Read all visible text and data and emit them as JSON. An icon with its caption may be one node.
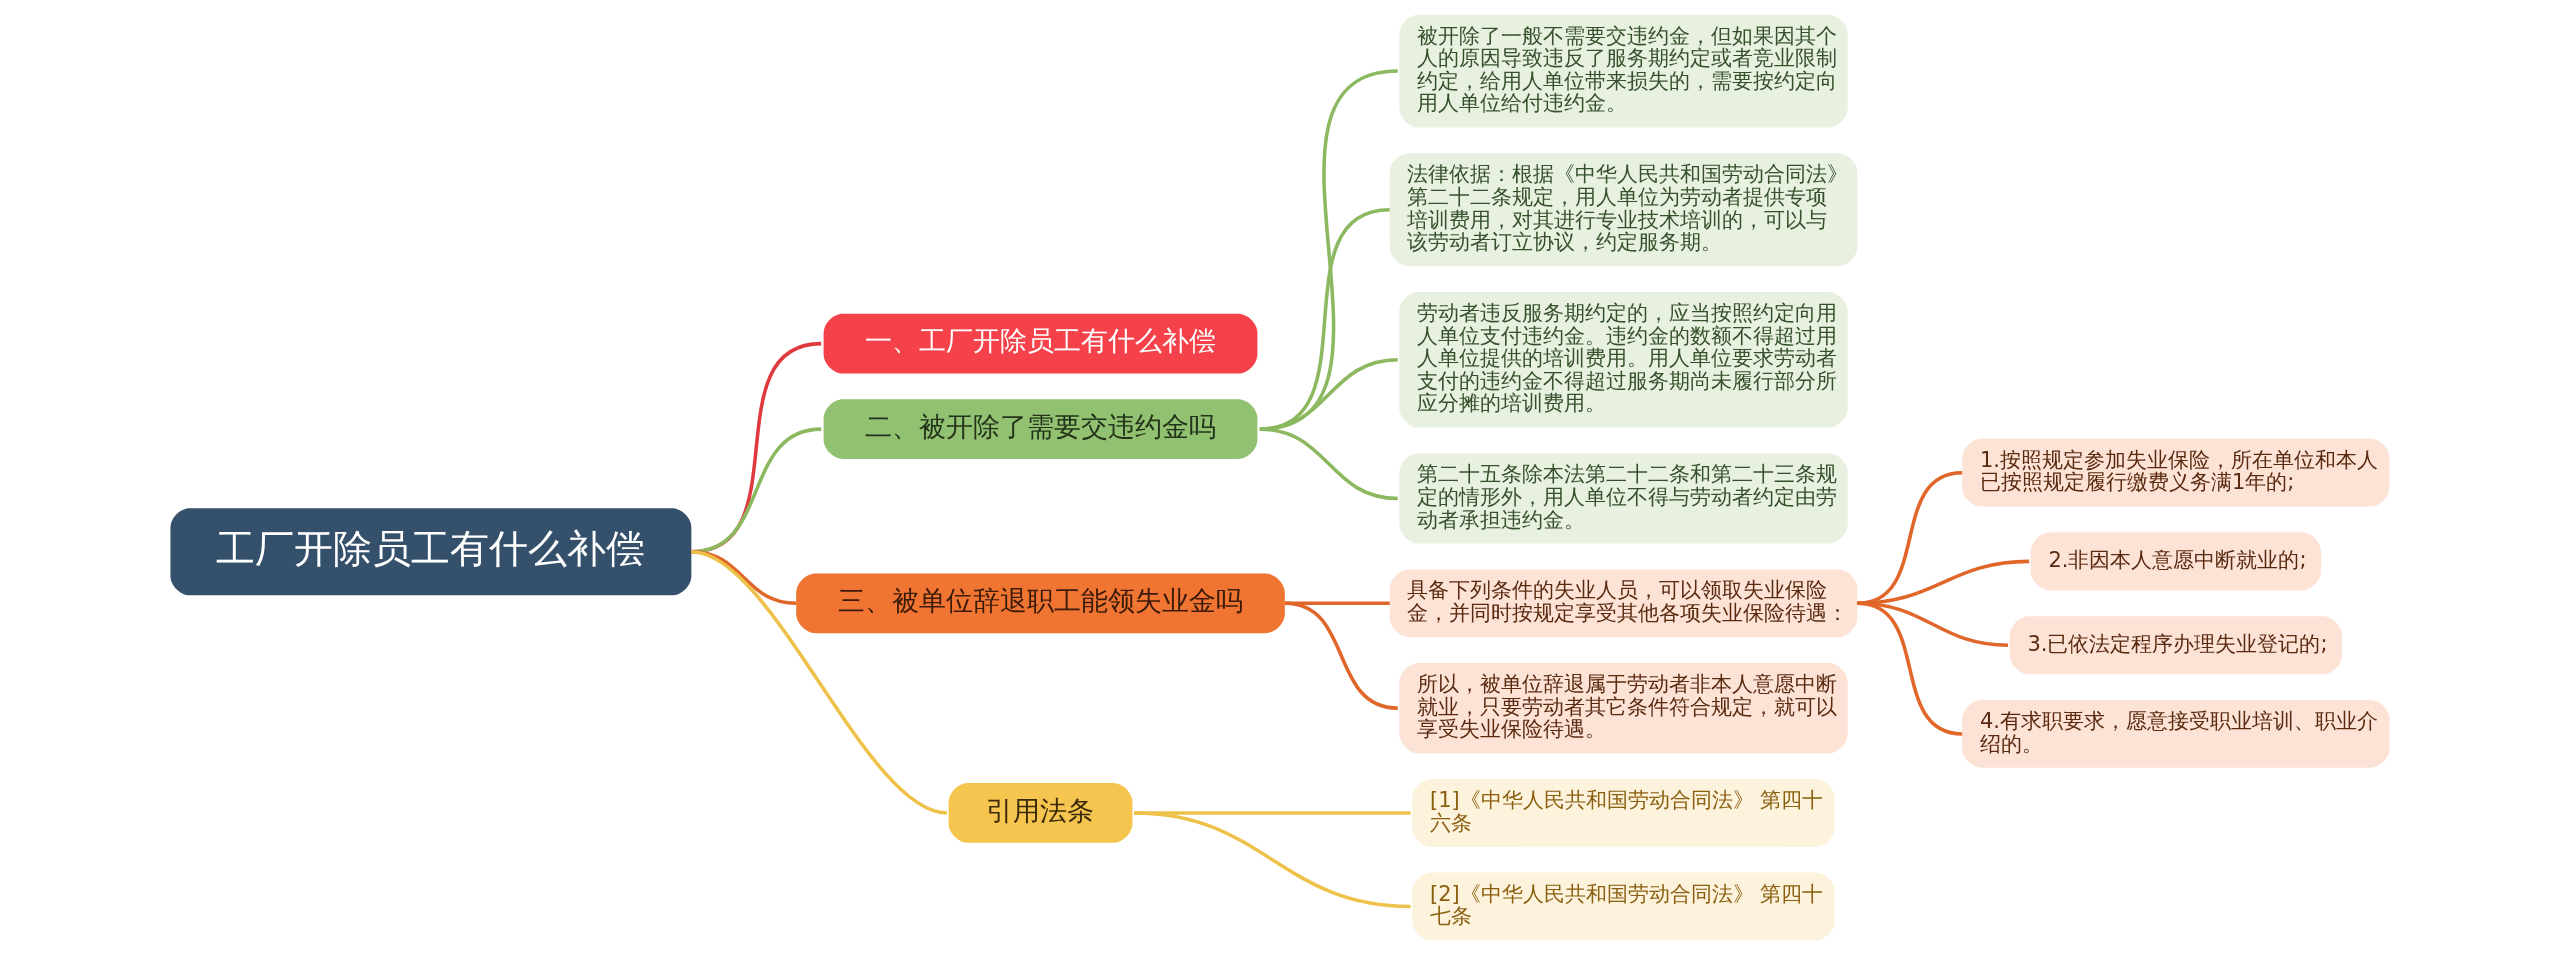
{
  "diagram": {
    "nodes": [
      {
        "text": [
          "工厂开除员工有什么补偿"
        ]
      },
      {
        "text": [
          "一、工厂开除员工有什么补偿"
        ]
      },
      {
        "text": [
          "二、被开除了需要交违约金吗"
        ]
      },
      {
        "text": [
          "被开除了一般不需要交违约金，但如果因其个人的原因导致违反了服务期约定或者竞业限制约定，给用人单位带来损失的，需要按约定向用人单位给付违约金。"
        ]
      },
      {
        "text": [
          "法律依据：根据《中华人民共和国劳动合同法》第二十二条规定，用人单位为劳动者提供专项培训费用，对其进行专业技术培训的，可以与该劳动者订立协议，约定服务期。"
        ]
      },
      {
        "text": [
          "劳动者违反服务期约定的，应当按照约定向用人单位支付违约金。违约金的数额不得超过用人单位提供的培训费用。用人单位要求劳动者支付的违约金不得超过服务期尚未履行部分所应分摊的培训费用。"
        ]
      },
      {
        "text": [
          "第二十五条除本法第二十二条和第二十三条规定的情形外，用人单位不得与劳动者约定由劳动者承担违约金。"
        ]
      },
      {
        "text": [
          "三、被单位辞退职工能领失业金吗"
        ]
      },
      {
        "text": [
          "具备下列条件的失业人员，可以领取失业保险金，并同时按规定享受其他各项失业保险待遇："
        ]
      },
      {
        "text": [
          "1.按照规定参加失业保险，所在单位和本人已按照规定履行缴费义务满1年的;"
        ]
      },
      {
        "text": [
          "2.非因本人意愿中断就业的;"
        ]
      },
      {
        "text": [
          "3.已依法定程序办理失业登记的;"
        ]
      },
      {
        "text": [
          "4.有求职要求，愿意接受职业培训、职业介绍的。"
        ]
      },
      {
        "text": [
          "所以，被单位辞退属于劳动者非本人意愿中断就业，只要劳动者其它条件符合规定，就可以享受失业保险待遇。"
        ]
      },
      {
        "text": [
          "引用法条"
        ]
      },
      {
        "text": [
          "[1]《中华人民共和国劳动合同法》 第四十六条"
        ]
      },
      {
        "text": [
          "[2]《中华人民共和国劳动合同法》 第四十七条"
        ]
      }
    ],
    "edges": [
      {
        "from": 0,
        "to": 1,
        "arrow": "none",
        "color": "#e0393e"
      },
      {
        "from": 0,
        "to": 2,
        "arrow": "none",
        "color": "#8cb860"
      },
      {
        "from": 2,
        "to": 3,
        "arrow": "none",
        "color": "#8cb860"
      },
      {
        "from": 2,
        "to": 4,
        "arrow": "none",
        "color": "#8cb860"
      },
      {
        "from": 2,
        "to": 5,
        "arrow": "none",
        "color": "#8cb860"
      },
      {
        "from": 2,
        "to": 6,
        "arrow": "none",
        "color": "#8cb860"
      },
      {
        "from": 0,
        "to": 7,
        "arrow": "none",
        "color": "#e0662a"
      },
      {
        "from": 7,
        "to": 8,
        "arrow": "none",
        "color": "#e0662a"
      },
      {
        "from": 8,
        "to": 9,
        "arrow": "none",
        "color": "#e0662a"
      },
      {
        "from": 8,
        "to": 10,
        "arrow": "none",
        "color": "#e0662a"
      },
      {
        "from": 8,
        "to": 11,
        "arrow": "none",
        "color": "#e0662a"
      },
      {
        "from": 8,
        "to": 12,
        "arrow": "none",
        "color": "#e0662a"
      },
      {
        "from": 7,
        "to": 13,
        "arrow": "none",
        "color": "#e0662a"
      },
      {
        "from": 0,
        "to": 14,
        "arrow": "none",
        "color": "#eec24a"
      },
      {
        "from": 14,
        "to": 15,
        "arrow": "none",
        "color": "#eec24a"
      },
      {
        "from": 14,
        "to": 16,
        "arrow": "none",
        "color": "#eec24a"
      }
    ]
  }
}
